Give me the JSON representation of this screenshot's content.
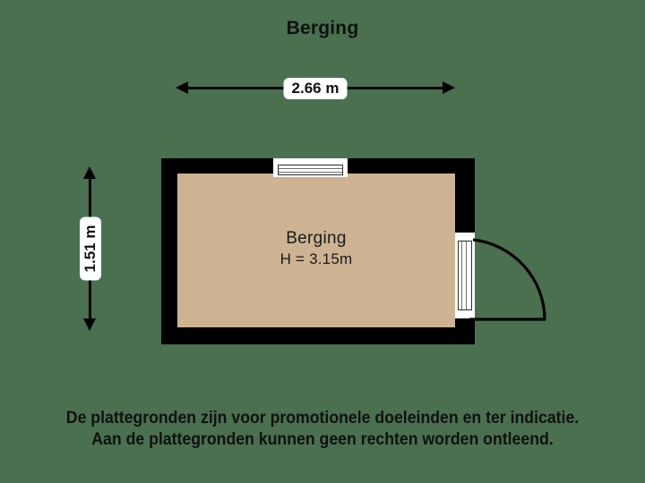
{
  "plan": {
    "title": "Berging",
    "background_color": "#4a7050",
    "wall_color": "#000000",
    "floor_color": "#cdb392"
  },
  "dimensions": {
    "width_label": "2.66 m",
    "height_label": "1.51 m"
  },
  "room": {
    "name": "Berging",
    "ceiling_height": "H = 3.15m"
  },
  "openings": {
    "window_name": "window",
    "door_name": "door"
  },
  "disclaimer": {
    "line1": "De plattegronden zijn voor promotionele doeleinden en ter indicatie.",
    "line2": "Aan de plattegronden kunnen geen rechten worden ontleend."
  }
}
